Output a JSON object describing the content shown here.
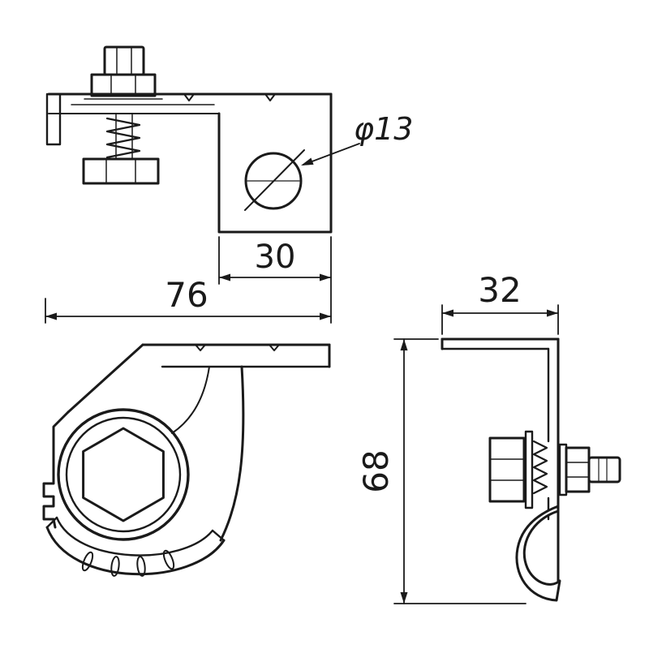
{
  "theme": {
    "bg": "#ffffff",
    "line": "#1a1a1a"
  },
  "labels": {
    "hole_diameter": "φ13",
    "hole_offset": "30",
    "overall_width": "76",
    "flange_depth": "32",
    "overall_height": "68"
  }
}
